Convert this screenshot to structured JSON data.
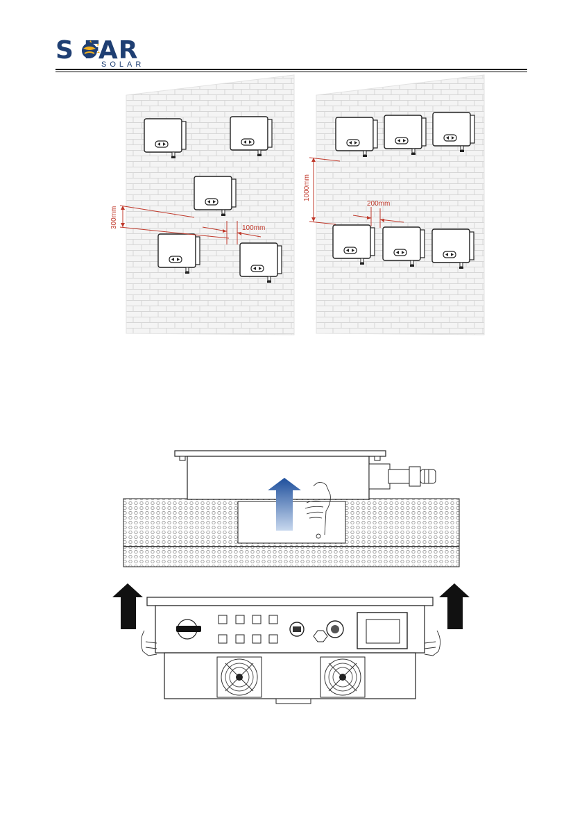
{
  "header": {
    "brand_main": "S FAR",
    "brand_sub": "SOLAR"
  },
  "colors": {
    "brand": "#1f3f73",
    "accent": "#f2b01e",
    "dimension": "#c0392b",
    "arrow_blue": "#2c5aa0"
  },
  "figure_single_row": {
    "vertical_clearance": "300mm",
    "horizontal_clearance": "100mm"
  },
  "figure_multi_row": {
    "vertical_clearance": "1000mm",
    "horizontal_clearance": "200mm"
  }
}
